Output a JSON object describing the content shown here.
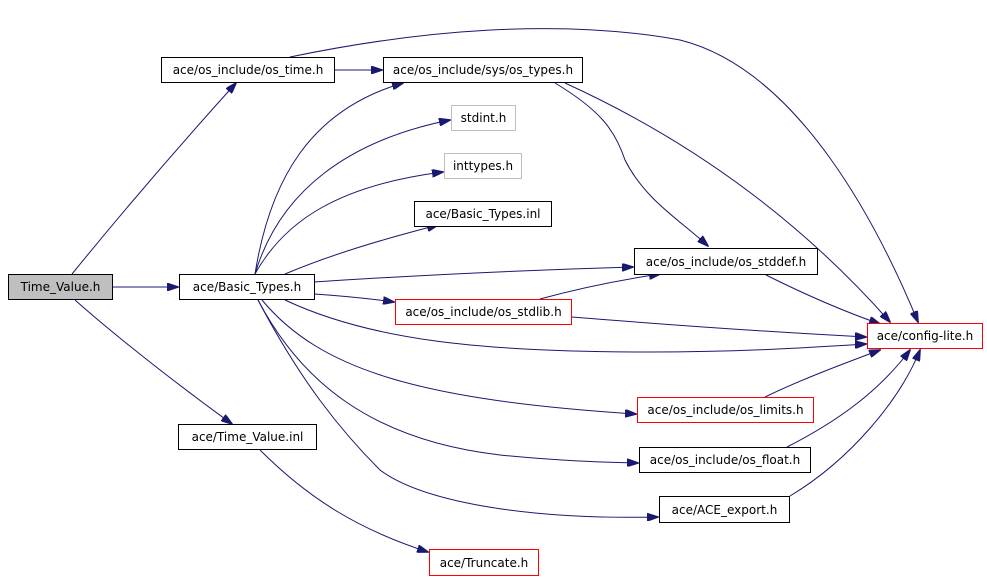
{
  "colors": {
    "edge": "#191970",
    "root_fill": "#bfbfbf",
    "border_default": "#000000",
    "border_external": "#bfbfbf",
    "border_incomplete": "#ff0000"
  },
  "nodes": {
    "time_value_h": "Time_Value.h",
    "os_time_h": "ace/os_include/os_time.h",
    "sys_os_types_h": "ace/os_include/sys/os_types.h",
    "stdint_h": "stdint.h",
    "inttypes_h": "inttypes.h",
    "basic_types_inl": "ace/Basic_Types.inl",
    "basic_types_h": "ace/Basic_Types.h",
    "os_stddef_h": "ace/os_include/os_stddef.h",
    "os_stdlib_h": "ace/os_include/os_stdlib.h",
    "config_lite_h": "ace/config-lite.h",
    "os_limits_h": "ace/os_include/os_limits.h",
    "time_value_inl": "ace/Time_Value.inl",
    "os_float_h": "ace/os_include/os_float.h",
    "ace_export_h": "ace/ACE_export.h",
    "truncate_h": "ace/Truncate.h"
  }
}
